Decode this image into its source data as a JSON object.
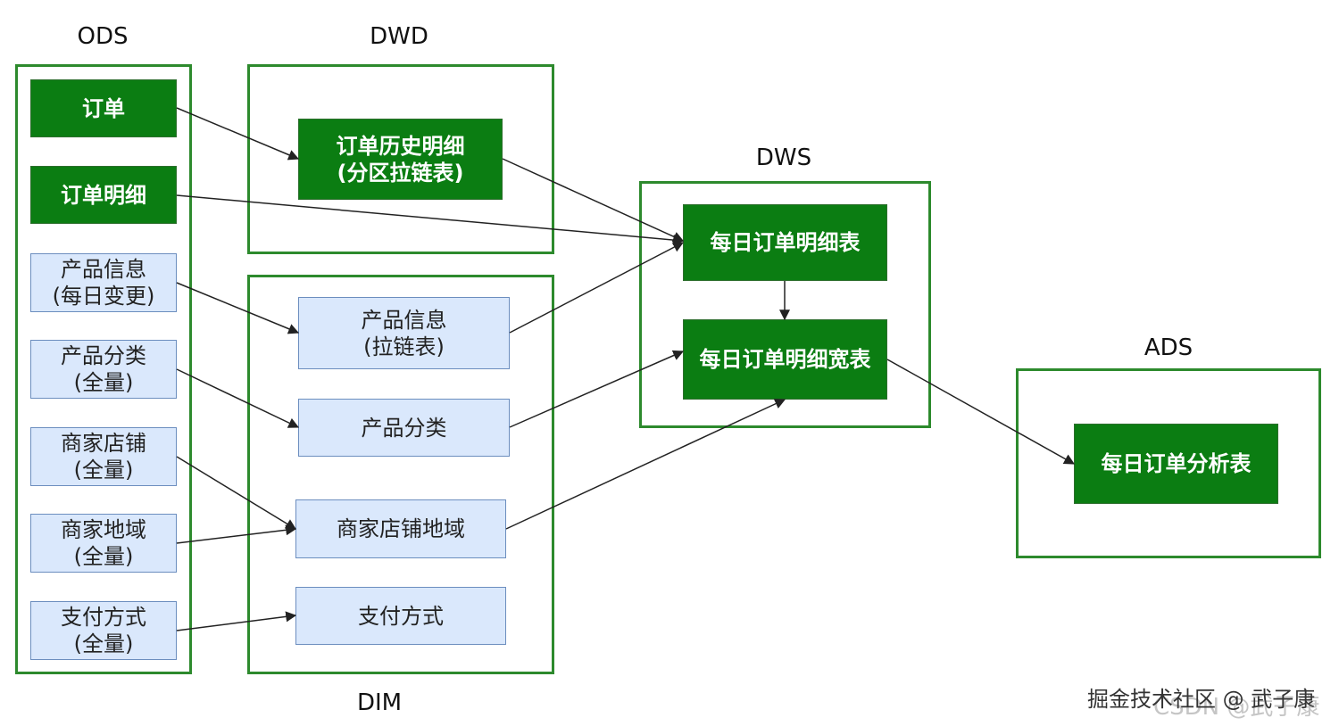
{
  "layers": {
    "ods": "ODS",
    "dwd": "DWD",
    "dws": "DWS",
    "ads": "ADS",
    "dim": "DIM"
  },
  "ods": {
    "order": [
      "订单"
    ],
    "order_detail": [
      "订单明细"
    ],
    "product_info": [
      "产品信息",
      "(每日变更)"
    ],
    "product_category": [
      "产品分类",
      "(全量)"
    ],
    "merchant_store": [
      "商家店铺",
      "(全量)"
    ],
    "merchant_region": [
      "商家地域",
      "(全量)"
    ],
    "payment_method": [
      "支付方式",
      "(全量)"
    ]
  },
  "dwd": {
    "order_history": [
      "订单历史明细",
      "(分区拉链表)"
    ]
  },
  "dim": {
    "product_info": [
      "产品信息",
      "(拉链表)"
    ],
    "product_category": [
      "产品分类"
    ],
    "store_region": [
      "商家店铺地域"
    ],
    "payment_method": [
      "支付方式"
    ]
  },
  "dws": {
    "daily_order_detail": [
      "每日订单明细表"
    ],
    "daily_order_wide": [
      "每日订单明细宽表"
    ]
  },
  "ads": {
    "daily_order_analysis": [
      "每日订单分析表"
    ]
  },
  "watermark": {
    "main": "掘金技术社区 @ 武子康",
    "faint": "CSDN @武子康"
  },
  "colors": {
    "group_border": "#2d8a2d",
    "dark_node": "#0b7d12",
    "light_node": "#dae8fc",
    "light_node_border": "#6c8ebf",
    "arrow": "#222222"
  }
}
